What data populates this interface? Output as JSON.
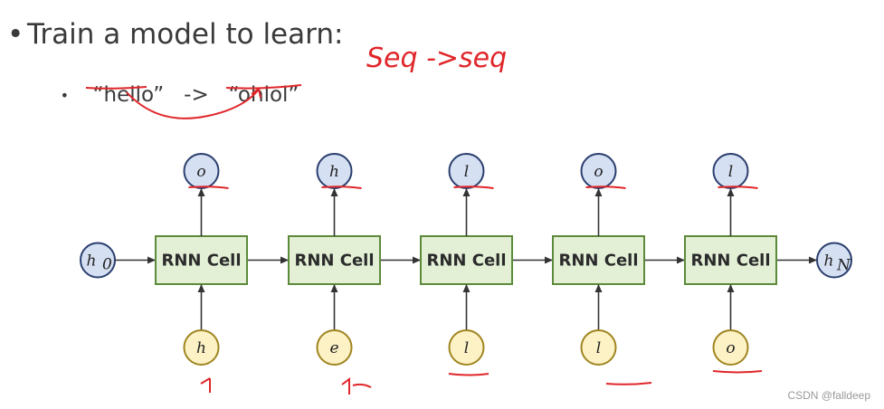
{
  "slide": {
    "bullet_main": "Train a model to learn:",
    "bullet_sub_input": "“hello”",
    "bullet_sub_arrow": "->",
    "bullet_sub_output": "“ohlol”",
    "annotation_note": "Seq ->seq",
    "bullet_symbol": "•",
    "sub_bullet_symbol": "•"
  },
  "diagram": {
    "cell_label": "RNN Cell",
    "h0_label": "h",
    "h0_sub": "0",
    "hN_label": "h",
    "hN_sub": "N",
    "inputs": [
      "h",
      "e",
      "l",
      "l",
      "o"
    ],
    "outputs": [
      "o",
      "h",
      "l",
      "o",
      "l"
    ],
    "colors": {
      "cell_fill": "#e3f0d6",
      "cell_stroke": "#5d8a3a",
      "output_fill": "#d6e0f3",
      "output_stroke": "#2b3f6e",
      "input_fill": "#fdf2c6",
      "input_stroke": "#a08520",
      "hidden_fill": "#d6e0f3",
      "annotation": "#e0262a"
    }
  },
  "watermark": "CSDN @falldeep"
}
